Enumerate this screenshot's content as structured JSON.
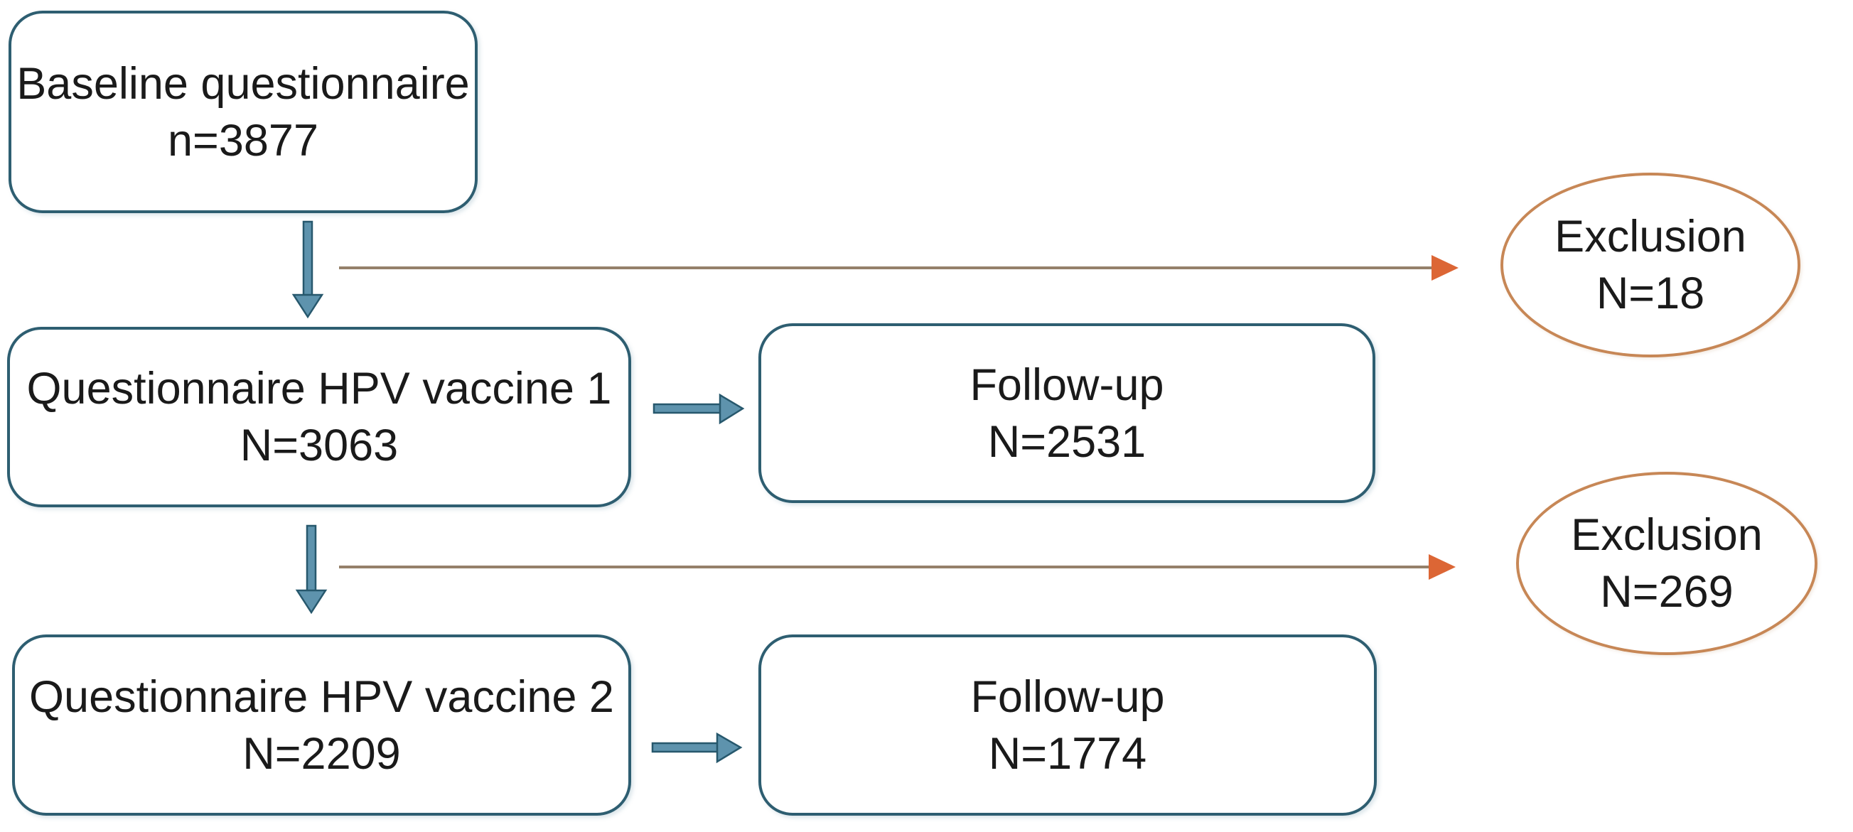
{
  "flowchart": {
    "boxes": [
      {
        "id": "baseline",
        "line1": "Baseline questionnaire",
        "line2": "n=3877"
      },
      {
        "id": "q1",
        "line1": "Questionnaire HPV vaccine 1",
        "line2": "N=3063"
      },
      {
        "id": "followup1",
        "line1": "Follow-up",
        "line2": "N=2531"
      },
      {
        "id": "q2",
        "line1": "Questionnaire HPV vaccine 2",
        "line2": "N=2209"
      },
      {
        "id": "followup2",
        "line1": "Follow-up",
        "line2": "N=1774"
      }
    ],
    "exclusions": [
      {
        "id": "exclusion1",
        "line1": "Exclusion",
        "line2": "N=18"
      },
      {
        "id": "exclusion2",
        "line1": "Exclusion",
        "line2": "N=269"
      }
    ],
    "colors": {
      "canvas_bg": "#ffffff",
      "box_border": "#2e5e71",
      "box_fill": "#ffffff",
      "arrow_fill": "#5e93ad",
      "arrow_outline": "#27586d",
      "ellipse_border": "#c78756",
      "orange_line": "#95806a",
      "orange_head": "#dc6635",
      "text_color": "#1a1a1a"
    }
  }
}
